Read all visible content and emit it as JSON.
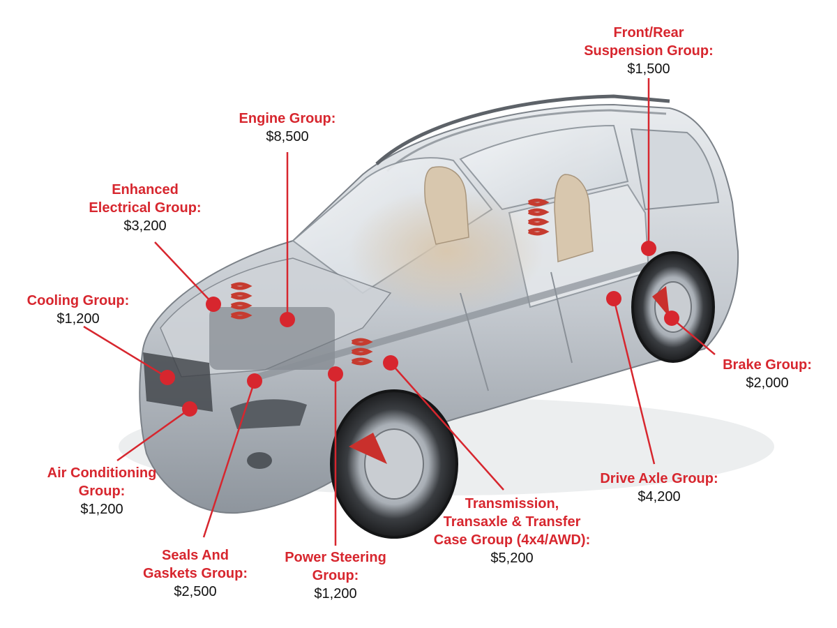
{
  "colors": {
    "accent": "#d7262e",
    "text": "#111111",
    "background": "#ffffff"
  },
  "callouts": [
    {
      "id": "suspension",
      "title_lines": [
        "Front/Rear",
        "Suspension Group:"
      ],
      "price": "$1,500"
    },
    {
      "id": "engine",
      "title_lines": [
        "Engine Group:"
      ],
      "price": "$8,500"
    },
    {
      "id": "electrical",
      "title_lines": [
        "Enhanced",
        "Electrical Group:"
      ],
      "price": "$3,200"
    },
    {
      "id": "cooling",
      "title_lines": [
        "Cooling Group:"
      ],
      "price": "$1,200"
    },
    {
      "id": "brake",
      "title_lines": [
        "Brake Group:"
      ],
      "price": "$2,000"
    },
    {
      "id": "drive-axle",
      "title_lines": [
        "Drive Axle Group:"
      ],
      "price": "$4,200"
    },
    {
      "id": "air-conditioning",
      "title_lines": [
        "Air Conditioning",
        "Group:"
      ],
      "price": "$1,200"
    },
    {
      "id": "transmission",
      "title_lines": [
        "Transmission,",
        "Transaxle & Transfer",
        "Case Group (4x4/AWD):"
      ],
      "price": "$5,200"
    },
    {
      "id": "seals",
      "title_lines": [
        "Seals And",
        "Gaskets Group:"
      ],
      "price": "$2,500"
    },
    {
      "id": "power-steering",
      "title_lines": [
        "Power Steering",
        "Group:"
      ],
      "price": "$1,200"
    }
  ]
}
